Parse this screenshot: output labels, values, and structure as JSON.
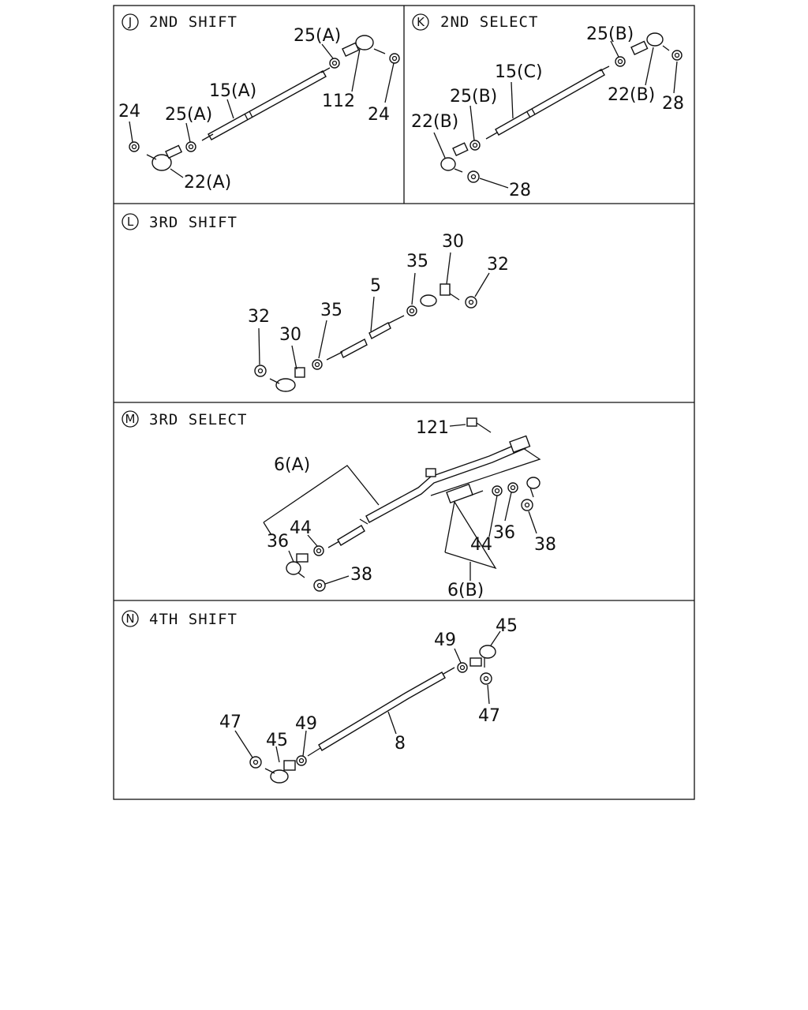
{
  "panels": {
    "J": {
      "badge": "J",
      "title": "2ND SHIFT",
      "labels": {
        "l25a_top": "25(A)",
        "l24_right": "24",
        "l112": "112",
        "l15a": "15(A)",
        "l25a_mid": "25(A)",
        "l24_left": "24",
        "l22a": "22(A)"
      }
    },
    "K": {
      "badge": "K",
      "title": "2ND SELECT",
      "labels": {
        "l25b_top": "25(B)",
        "l15c": "15(C)",
        "l25b_mid": "25(B)",
        "l22b_right": "22(B)",
        "l28_right": "28",
        "l22b_left": "22(B)",
        "l28_bottom": "28"
      }
    },
    "L": {
      "badge": "L",
      "title": "3RD SHIFT",
      "labels": {
        "l30_top": "30",
        "l35_top": "35",
        "l32_right": "32",
        "l5": "5",
        "l35_left": "35",
        "l32_left": "32",
        "l30_left": "30"
      }
    },
    "M": {
      "badge": "M",
      "title": "3RD SELECT",
      "labels": {
        "l121": "121",
        "l6a": "6(A)",
        "l44_left": "44",
        "l36_left": "36",
        "l38_left": "38",
        "l36_right": "36",
        "l38_right": "38",
        "l44_right": "44",
        "l6b": "6(B)"
      }
    },
    "N": {
      "badge": "N",
      "title": "4TH SHIFT",
      "labels": {
        "l49_top": "49",
        "l45_top": "45",
        "l47_right": "47",
        "l47_left": "47",
        "l45_left": "45",
        "l49_left": "49",
        "l8": "8"
      }
    }
  }
}
